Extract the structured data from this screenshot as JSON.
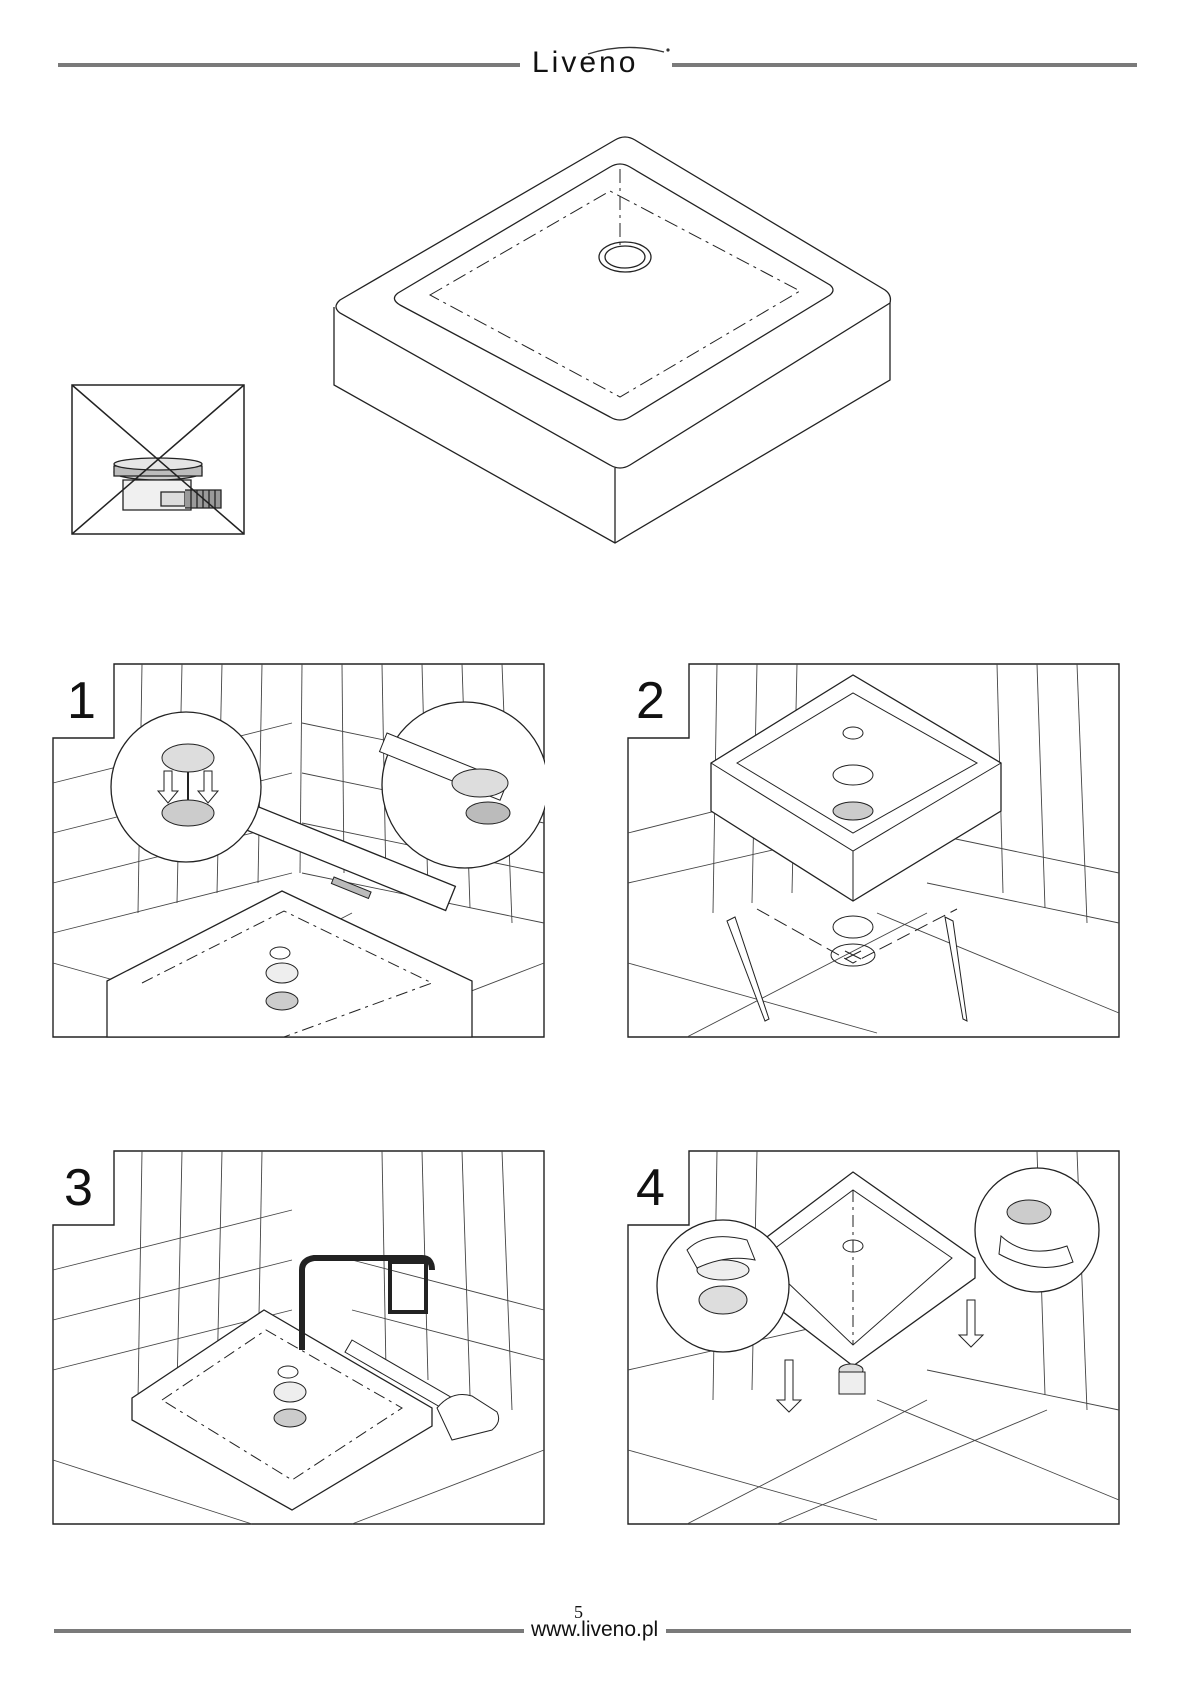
{
  "brand": {
    "logo_text": "Liveno"
  },
  "steps": [
    {
      "number": "1"
    },
    {
      "number": "2"
    },
    {
      "number": "3"
    },
    {
      "number": "4"
    }
  ],
  "footer": {
    "page_number": "5",
    "website": "www.liveno.pl"
  },
  "icons": {
    "hero": "shower-tray-icon",
    "warning": "crossed-out-drain-trap-icon",
    "step1": "levelling-tray-feet-icon",
    "step2": "marking-drain-position-icon",
    "step3": "measuring-tray-position-icon",
    "step4": "connecting-drain-icon"
  }
}
